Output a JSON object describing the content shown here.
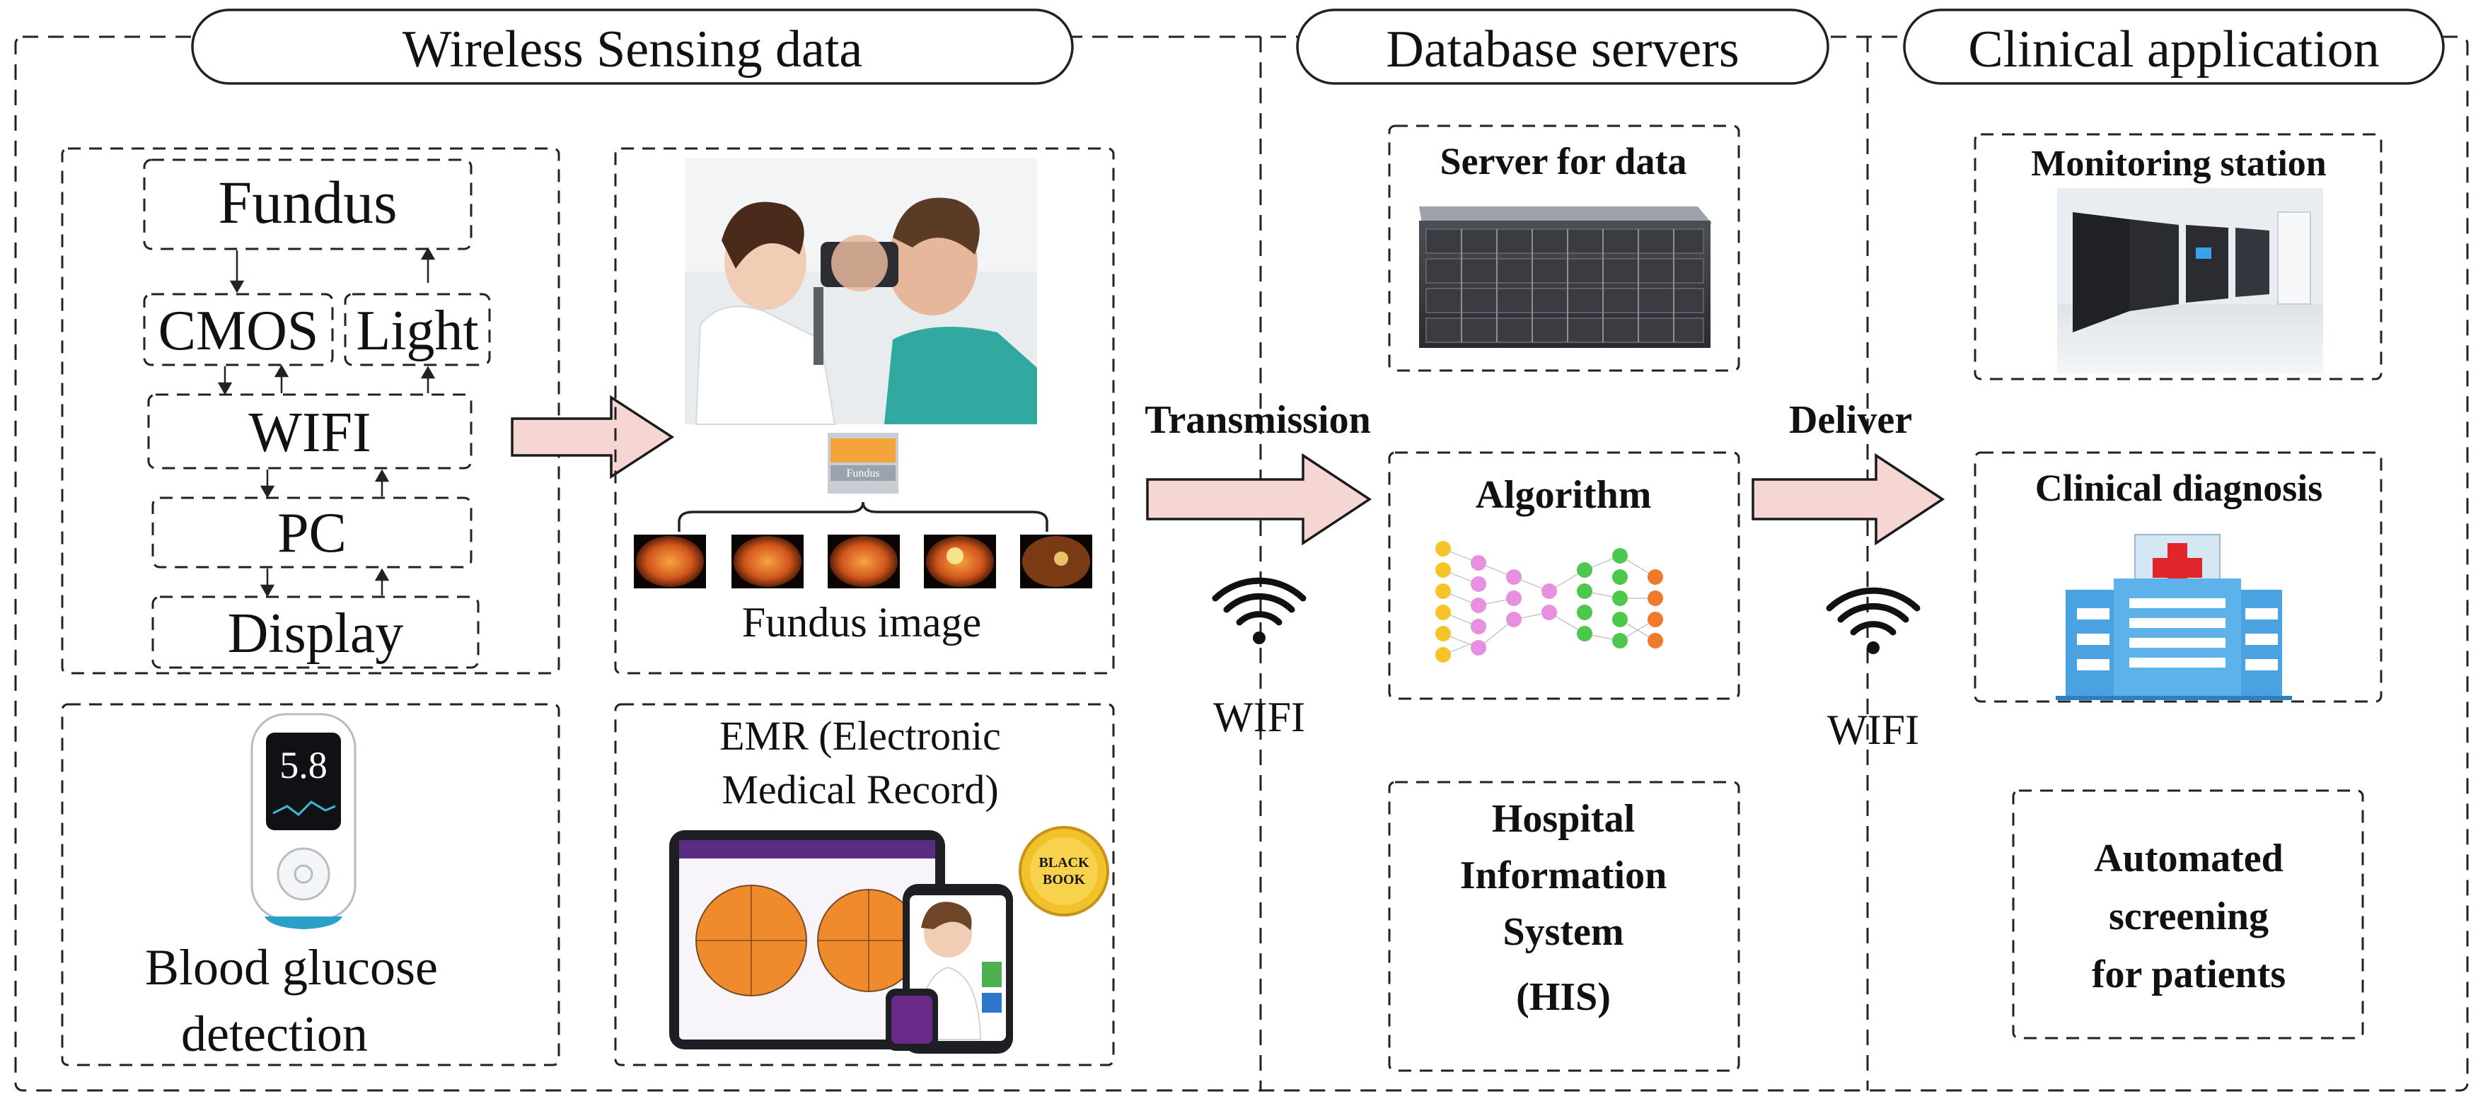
{
  "sections": {
    "wireless": "Wireless Sensing data",
    "database": "Database servers",
    "clinical": "Clinical application"
  },
  "pipeline": [
    "Fundus",
    "CMOS",
    "Light",
    "WIFI",
    "PC",
    "Display"
  ],
  "glucose": {
    "reading": "5.8",
    "label_lines": [
      "Blood glucose",
      "detection"
    ]
  },
  "fundus": {
    "caption": "Fundus image",
    "strip_label": "Fundus"
  },
  "emr": {
    "title_lines": [
      "EMR (Electronic",
      "Medical Record)"
    ],
    "badge_lines": [
      "BLACK",
      "BOOK"
    ]
  },
  "links": {
    "transmission": "Transmission",
    "deliver": "Deliver",
    "wifi": "WIFI"
  },
  "servers": {
    "server_title": "Server for data",
    "algorithm_title": "Algorithm",
    "his_lines": [
      "Hospital",
      "Information",
      "System",
      "(HIS)"
    ]
  },
  "clinical": {
    "monitoring_title": "Monitoring station",
    "diagnosis_title": "Clinical diagnosis",
    "screening_lines": [
      "Automated",
      "screening",
      "for patients"
    ]
  },
  "colors": {
    "arrow_fill": "#f6d6d3",
    "arrow_stroke": "#1a1a1a",
    "hospital_blue": "#4aa3e0",
    "cross_red": "#e0262b",
    "nn_yellow": "#f6c429",
    "nn_pink": "#e78fe0",
    "nn_green": "#4cc94c",
    "nn_orange": "#f07a2a"
  }
}
